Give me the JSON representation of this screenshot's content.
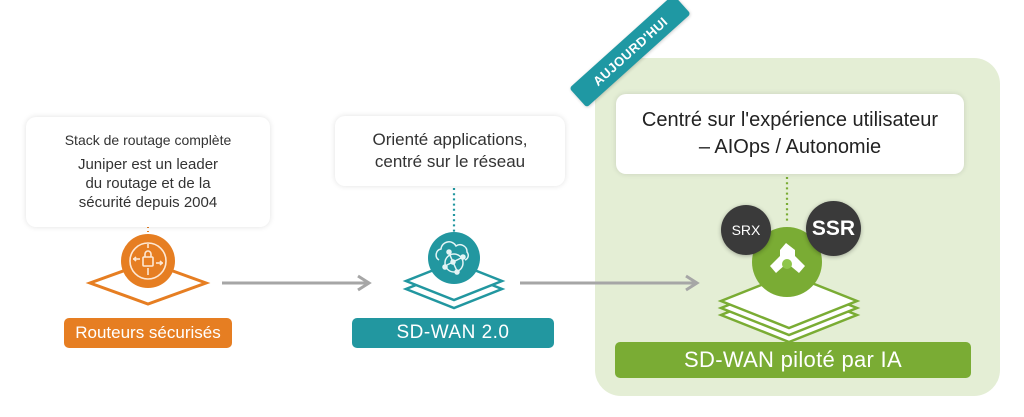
{
  "badge": {
    "label": "AUJOURD'HUI"
  },
  "stages": [
    {
      "id": "secure-routers",
      "card_title": "Stack de routage complète",
      "card_body": "Juniper est un leader du routage et de la sécurité depuis 2004",
      "icon": "secure-router-lock-icon",
      "label": "Routeurs sécurisés",
      "color": "#e67e22"
    },
    {
      "id": "sdwan-2",
      "card_body": "Orienté applications, centré sur le réseau",
      "icon": "cloud-network-icon",
      "label": "SD-WAN 2.0",
      "color": "#2297a0"
    },
    {
      "id": "ai-driven-sdwan",
      "card_body": "Centré sur l'expérience utilisateur – AIOps / Autonomie",
      "icon": "ai-routing-node-icon",
      "label": "SD-WAN piloté par IA",
      "color": "#7aac34",
      "bubbles": [
        "SRX",
        "SSR"
      ]
    }
  ],
  "colors": {
    "panel_bg": "#e4eed5",
    "arrow": "#a6a6a6",
    "bubble": "#3a3a3a"
  }
}
